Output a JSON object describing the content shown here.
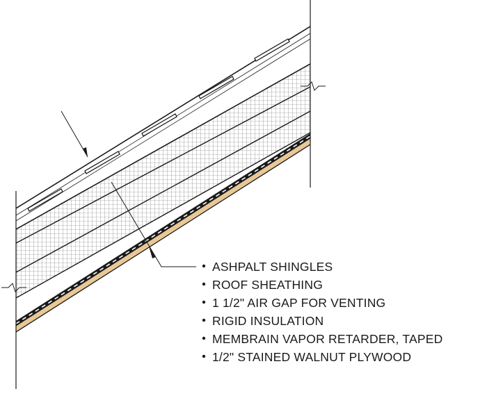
{
  "callout": {
    "items": [
      {
        "text": "ASHPALT SHINGLES"
      },
      {
        "text": "ROOF SHEATHING"
      },
      {
        "text": "1 1/2\" AIR GAP FOR VENTING"
      },
      {
        "text": "RIGID INSULATION"
      },
      {
        "text": "MEMBRAIN VAPOR RETARDER, TAPED"
      },
      {
        "text": "1/2\" STAINED WALNUT PLYWOOD"
      }
    ]
  },
  "colors": {
    "line": "#1a1a1a",
    "plywood": "#e8c896",
    "insulation_hatch": "#555555"
  }
}
